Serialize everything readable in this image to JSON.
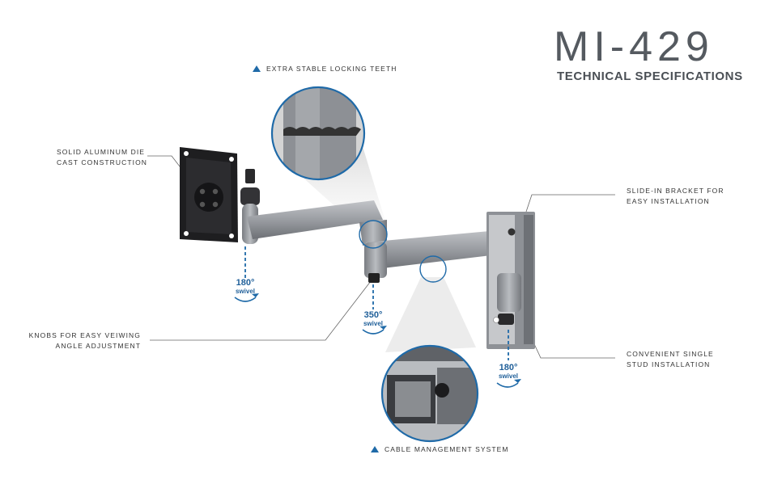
{
  "header": {
    "model": "MI-429",
    "subtitle": "TECHNICAL SPECIFICATIONS"
  },
  "callouts": {
    "locking_teeth": "EXTRA STABLE LOCKING TEETH",
    "aluminum": [
      "SOLID ALUMINUM DIE",
      "CAST CONSTRUCTION"
    ],
    "knobs": [
      "KNOBS FOR EASY VEIWING",
      "ANGLE ADJUSTMENT"
    ],
    "bracket": [
      "SLIDE-IN BRACKET FOR",
      "EASY INSTALLATION"
    ],
    "stud": [
      "CONVENIENT SINGLE",
      "STUD INSTALLATION"
    ],
    "cable": "CABLE MANAGEMENT SYSTEM"
  },
  "swivels": [
    {
      "degrees": "180°",
      "label": "swivel"
    },
    {
      "degrees": "350°",
      "label": "swivel"
    },
    {
      "degrees": "180°",
      "label": "swivel"
    }
  ],
  "colors": {
    "accent": "#1f6aa8",
    "title": "#555a60",
    "arm": "#9a9da2",
    "plate": "#1e1e20"
  }
}
